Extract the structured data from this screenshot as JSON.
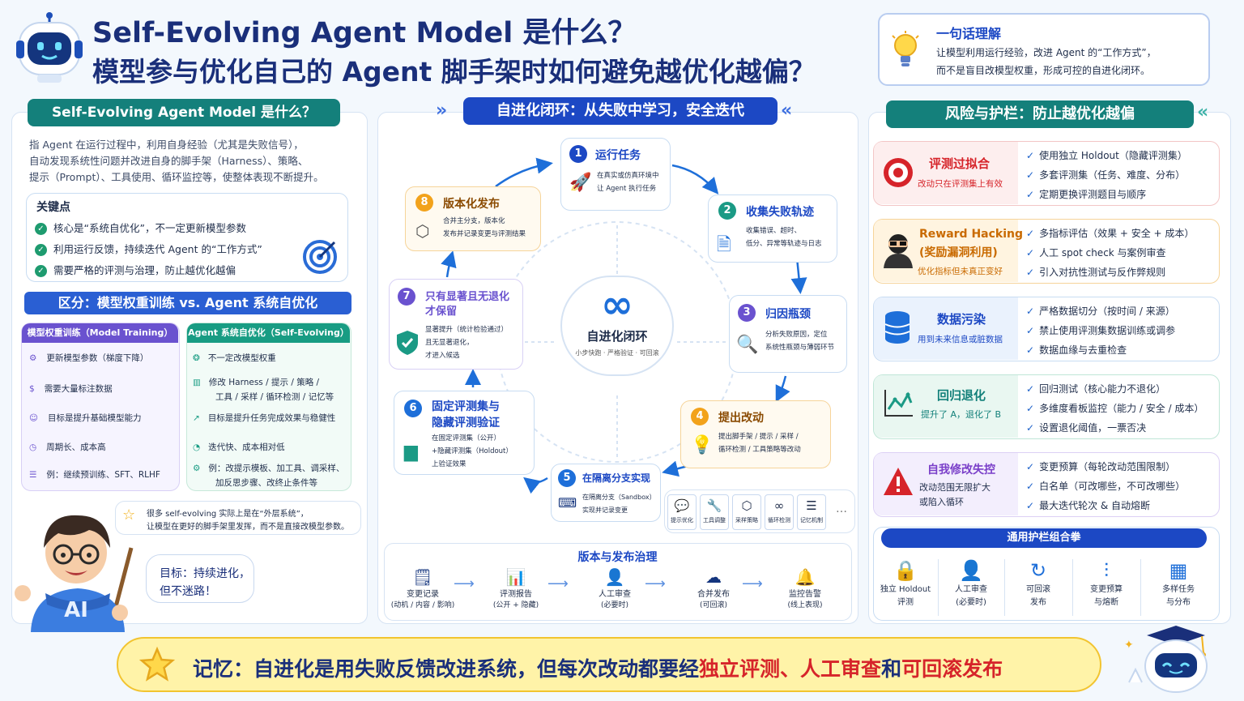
{
  "header": {
    "title_line1": "Self-Evolving Agent Model 是什么？",
    "title_line2": "模型参与优化自己的 Agent 脚手架时如何避免越优化越偏？"
  },
  "summary": {
    "title": "一句话理解",
    "line1": "让模型利用运行经验，改进 Agent 的“工作方式”，",
    "line2": "而不是盲目改模型权重，形成可控的自进化闭环。"
  },
  "left": {
    "ribbon": "Self-Evolving Agent Model  是什么？",
    "intro_line1": "指 Agent 在运行过程中，利用自身经验（尤其是失败信号），",
    "intro_line2": "自动发现系统性问题并改进自身的脚手架（Harness）、策略、",
    "intro_line3": "提示（Prompt）、工具使用、循环监控等，使整体表现不断提升。",
    "key_title": "关键点",
    "key_points": [
      "核心是“系统自优化”，不一定更新模型参数",
      "利用运行反馈，持续迭代 Agent 的“工作方式”",
      "需要严格的评测与治理，防止越优化越偏"
    ],
    "compare_ribbon": "区分：模型权重训练 vs. Agent 系统自优化",
    "col1_head": "模型权重训练（Model Training）",
    "col2_head": "Agent 系统自优化（Self-Evolving）",
    "col1": [
      "更新模型参数（梯度下降）",
      "需要大量标注数据",
      "目标是提升基础模型能力",
      "周期长、成本高",
      "例：继续预训练、SFT、RLHF"
    ],
    "col2": [
      "不一定改模型权重",
      "修改 Harness / 提示 / 策略 /",
      "工具 / 采样 / 循环检测 / 记忆等",
      "目标是提升任务完成效果与稳健性",
      "迭代快、成本相对低",
      "例：改提示模板、加工具、调采样、",
      "加反思步骤、改终止条件等"
    ],
    "note_line1": "很多 self-evolving 实际上是在“外层系统”，",
    "note_line2": "让模型在更好的脚手架里发挥，而不是直接改模型参数。",
    "bubble_line1": "目标：持续进化，",
    "bubble_line2": "但不迷路！",
    "shirt": "AI"
  },
  "loop": {
    "ribbon": "自进化闭环：从失败中学习，安全迭代",
    "center_title": "自进化闭环",
    "center_sub": "小步快跑 · 严格验证 · 可回滚",
    "steps": [
      {
        "num": "1",
        "title": "运行任务",
        "d1": "在真实或仿真环境中",
        "d2": "让 Agent 执行任务"
      },
      {
        "num": "2",
        "title": "收集失败轨迹",
        "d1": "收集错误、超时、",
        "d2": "低分、异常等轨迹与日志"
      },
      {
        "num": "3",
        "title": "归因瓶颈",
        "d1": "分析失败原因，定位",
        "d2": "系统性瓶颈与薄弱环节"
      },
      {
        "num": "4",
        "title": "提出改动",
        "d1": "提出脚手架 / 提示 / 采样 /",
        "d2": "循环检测 / 工具策略等改动"
      },
      {
        "num": "5",
        "title": "在隔离分支实现",
        "d1": "在隔离分支（Sandbox）",
        "d2": "实现并记录变更"
      },
      {
        "num": "6",
        "title": "固定评测集与",
        "title2": "隐藏评测验证",
        "d1": "在固定评测集（公开）",
        "d2": "+隐藏评测集（Holdout）",
        "d3": "上验证效果"
      },
      {
        "num": "7",
        "title": "只有显著且无退化",
        "title2": "才保留",
        "d1": "显著提升（统计检验通过）",
        "d2": "且无显著退化，",
        "d3": "才进入候选"
      },
      {
        "num": "8",
        "title": "版本化发布",
        "d1": "合并主分支，版本化",
        "d2": "发布并记录变更与评测结果"
      }
    ],
    "tools": [
      "提示优化",
      "工具调整",
      "采样策略",
      "循环检测",
      "记忆机制"
    ],
    "tools_more": "…",
    "gov_title": "版本与发布治理",
    "gov": [
      {
        "l1": "变更记录",
        "l2": "(动机 / 内容 / 影响)"
      },
      {
        "l1": "评测报告",
        "l2": "(公开 + 隐藏)"
      },
      {
        "l1": "人工审查",
        "l2": "(必要时)"
      },
      {
        "l1": "合并发布",
        "l2": "(可回滚)"
      },
      {
        "l1": "监控告警",
        "l2": "(线上表现)"
      }
    ]
  },
  "risk": {
    "ribbon": "风险与护栏：防止越优化越偏",
    "rows": [
      {
        "title": "评测过拟合",
        "sub1": "改动只在评测集上有效",
        "sub2": "",
        "checks": [
          "使用独立 Holdout（隐藏评测集）",
          "多套评测集（任务、难度、分布）",
          "定期更换评测题目与顺序"
        ]
      },
      {
        "title": "Reward Hacking",
        "title2": "(奖励漏洞利用)",
        "sub1": "优化指标但未真正变好",
        "sub2": "",
        "checks": [
          "多指标评估（效果 + 安全 + 成本）",
          "人工 spot check 与案例审查",
          "引入对抗性测试与反作弊规则"
        ]
      },
      {
        "title": "数据污染",
        "sub1": "用到未来信息或脏数据",
        "sub2": "",
        "checks": [
          "严格数据切分（按时间 / 来源）",
          "禁止使用评测集数据训练或调参",
          "数据血缘与去重检查"
        ]
      },
      {
        "title": "回归退化",
        "sub1": "提升了 A，退化了 B",
        "sub2": "",
        "checks": [
          "回归测试（核心能力不退化）",
          "多维度看板监控（能力 / 安全 / 成本）",
          "设置退化阈值，一票否决"
        ]
      },
      {
        "title": "自我修改失控",
        "sub1": "改动范围无限扩大",
        "sub2": "或陷入循环",
        "checks": [
          "变更预算（每轮改动范围限制）",
          "白名单（可改哪些，不可改哪些）",
          "最大迭代轮次 & 自动熔断"
        ]
      }
    ],
    "combo_title": "通用护栏组合拳",
    "combo": [
      {
        "l1": "独立 Holdout",
        "l2": "评测"
      },
      {
        "l1": "人工审查",
        "l2": "(必要时)"
      },
      {
        "l1": "可回滚",
        "l2": "发布"
      },
      {
        "l1": "变更预算",
        "l2": "与熔断"
      },
      {
        "l1": "多样任务",
        "l2": "与分布"
      }
    ]
  },
  "footer": {
    "prefix": "记忆：自进化是用失败反馈改进系统，但每次改动都要经",
    "h1": "独立评测",
    "sep1": "、",
    "h2": "人工审查",
    "sep2": "和",
    "h3": "可回滚发布"
  },
  "colors": {
    "brand_blue": "#1c48c4",
    "teal": "#13807a",
    "red": "#d6242a",
    "green": "#1e9b6f",
    "yellow_bg": "#fff3a8"
  }
}
